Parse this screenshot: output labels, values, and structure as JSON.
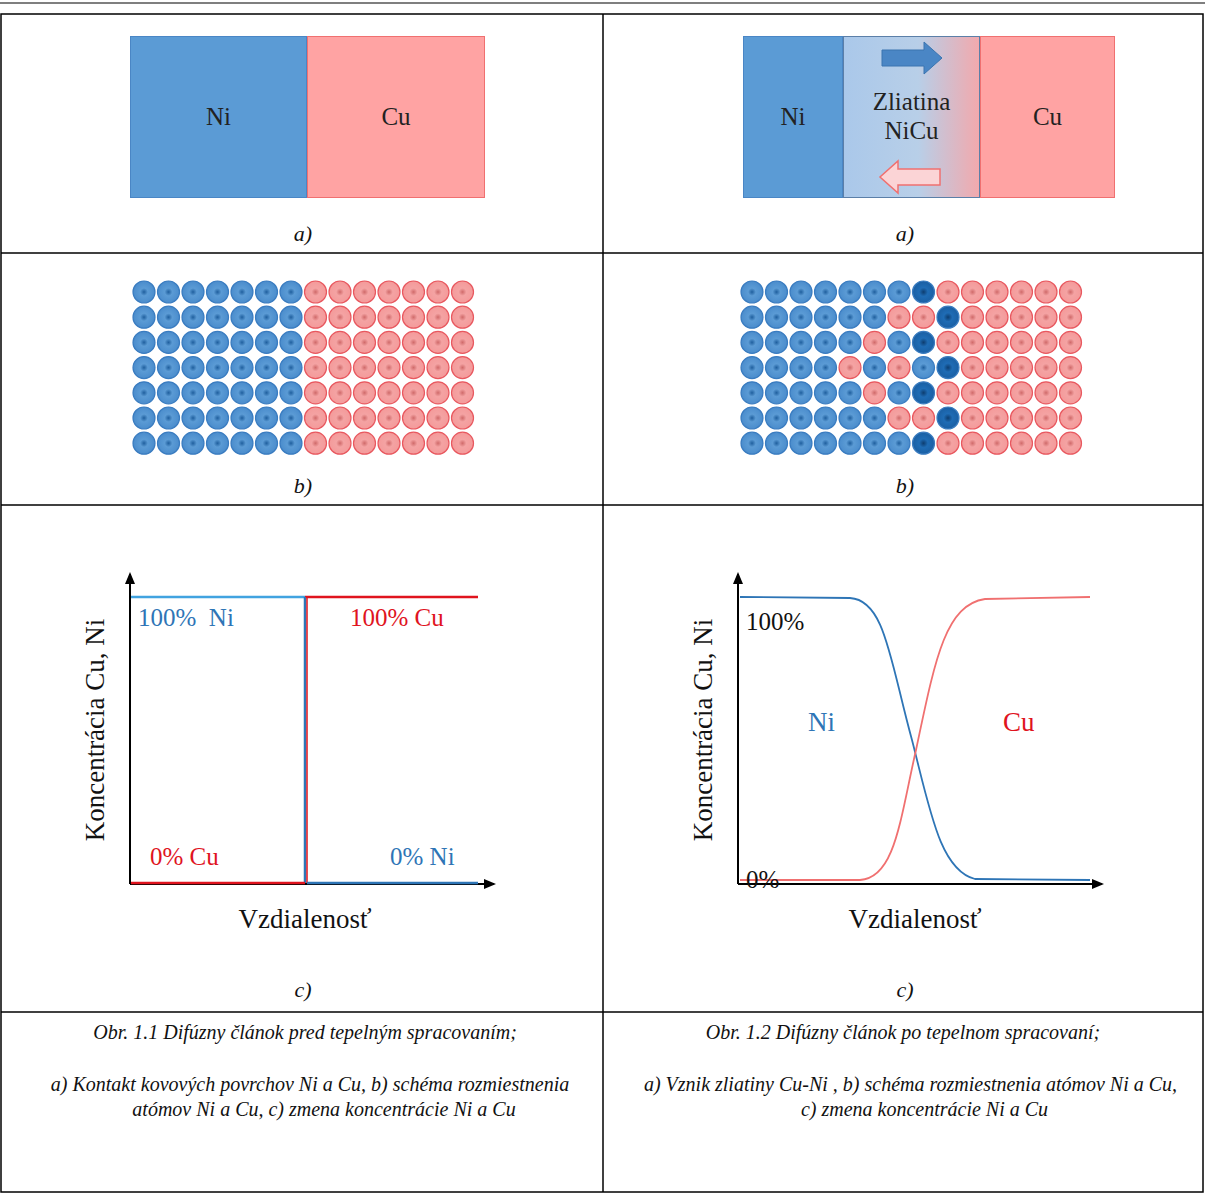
{
  "diagram": {
    "nodes": [
      {
        "text": [
          "Ni"
        ]
      },
      {
        "text": [
          "Cu"
        ]
      },
      {
        "text": [
          "Ni"
        ]
      },
      {
        "text": [
          "Zliatina NiCu"
        ]
      },
      {
        "text": [
          "Cu"
        ]
      }
    ],
    "labels": [
      "a)",
      "a)",
      "b)",
      "b)",
      "Koncentrácia Cu, Ni",
      "100%  Ni",
      "100% Cu",
      "0% Cu",
      "0% Ni",
      "Vzdialenosť",
      "c)",
      "Koncentrácia Cu, Ni",
      "100%",
      "Ni",
      "Cu",
      "0%",
      "Vzdialenosť",
      "c)",
      "Obr. 1.1 Difúzny článok pred tepelným spracovaním;",
      "a) Kontakt kovových povrchov Ni a Cu, b) schéma rozmiestnenia atómov Ni a Cu, c) zmena koncentrácie Ni a Cu",
      "Obr. 1.2 Difúzny článok po tepelnom spracovaní;",
      "a) Vznik zliatiny Cu-Ni , b) schéma rozmiestnenia atómov Ni a Cu, c) zmena koncentrácie Ni a Cu"
    ]
  }
}
